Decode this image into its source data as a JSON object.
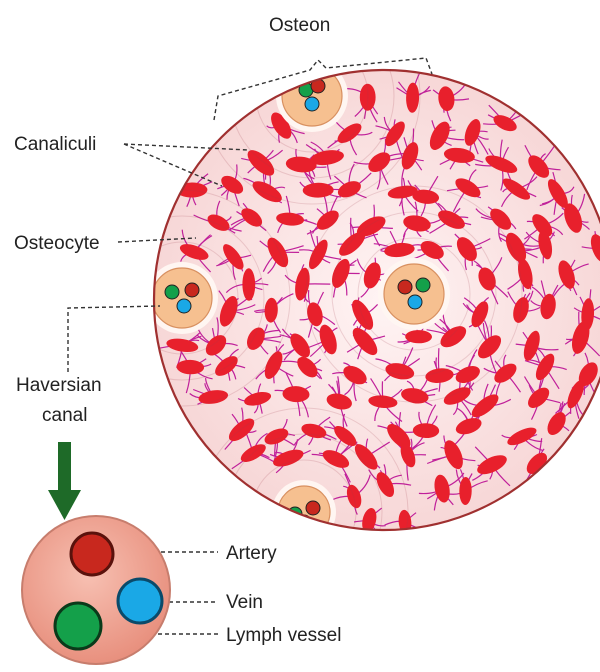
{
  "labels": {
    "osteon": "Osteon",
    "canaliculi": "Canaliculi",
    "osteocyte": "Osteocyte",
    "haversian_line1": "Haversian",
    "haversian_line2": "canal",
    "artery": "Artery",
    "vein": "Vein",
    "lymph_vessel": "Lymph vessel"
  },
  "colors": {
    "bone_matrix": "#fbe6e6",
    "osteocyte": "#e8202c",
    "canaliculi": "#c0209a",
    "canal_fill": "#f6c090",
    "artery": "#c8281e",
    "vein": "#1aa8e6",
    "lymph_vessel": "#14a04a",
    "arrow": "#1e6a28",
    "inset_fill": "#f0a394"
  }
}
